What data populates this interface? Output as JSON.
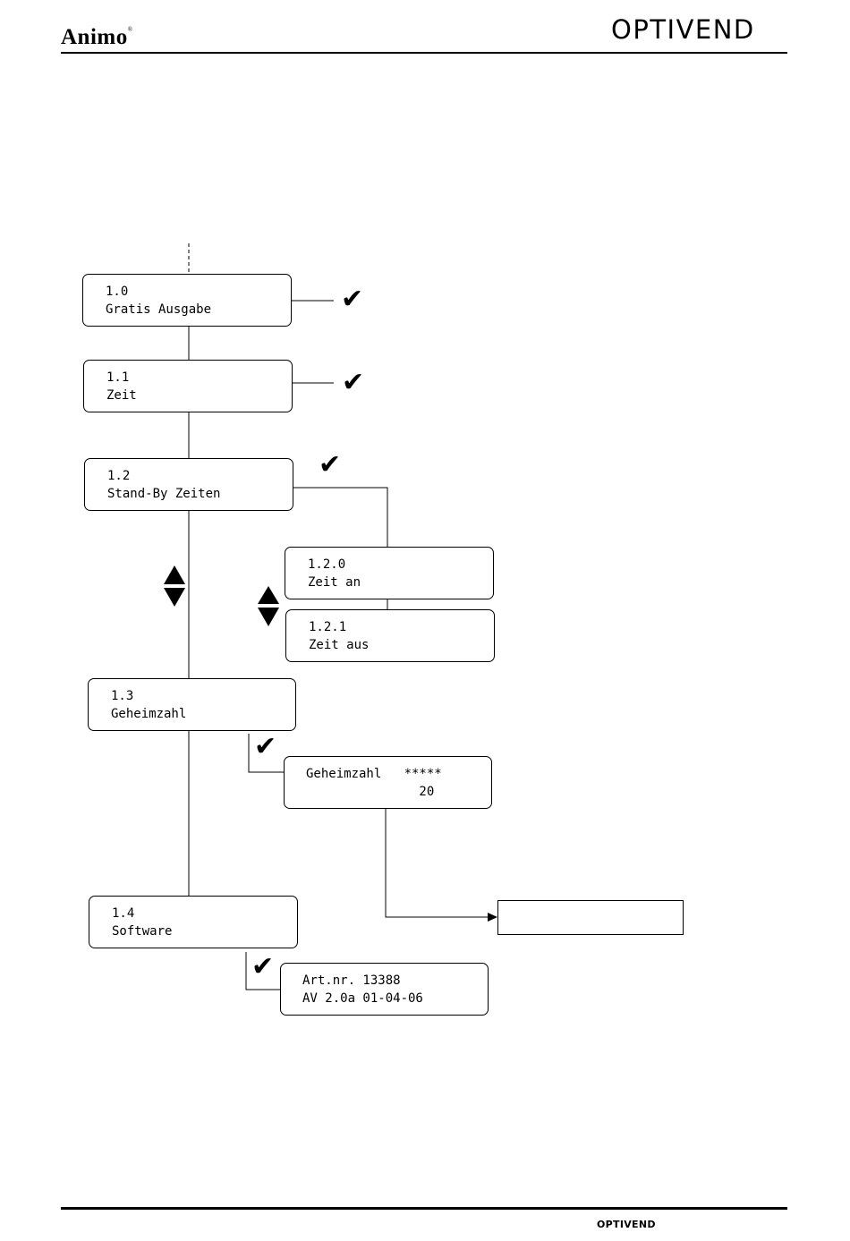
{
  "header": {
    "brand_left": "Animo",
    "brand_left_mark": "®",
    "brand_right": "OPTIVEND"
  },
  "footer": {
    "brand": "OPTIVEND"
  },
  "menu": {
    "m10": {
      "num": "1.0",
      "label": "Gratis Ausgabe"
    },
    "m11": {
      "num": "1.1",
      "label": "Zeit"
    },
    "m12": {
      "num": "1.2",
      "label": "Stand-By Zeiten"
    },
    "m120": {
      "num": "1.2.0",
      "label": "Zeit an"
    },
    "m121": {
      "num": "1.2.1",
      "label": "Zeit aus"
    },
    "m13": {
      "num": "1.3",
      "label": "Geheimzahl"
    },
    "secret": {
      "line1": "Geheimzahl   *****",
      "line2": "               20"
    },
    "m14": {
      "num": "1.4",
      "label": "Software"
    },
    "software": {
      "line1": "Art.nr. 13388",
      "line2": "AV 2.0a 01-04-06"
    }
  },
  "icons": {
    "confirm": "check-icon",
    "navigate": "up-down-arrow-icon"
  }
}
